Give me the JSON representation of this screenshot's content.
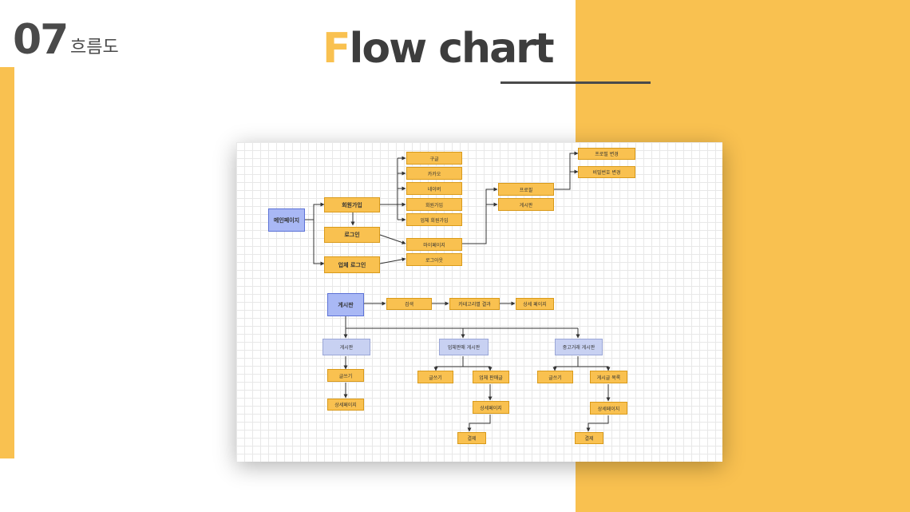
{
  "header": {
    "section_number": "07",
    "section_title": "흐름도",
    "title_first_letter": "F",
    "title_rest": "low chart"
  },
  "colors": {
    "accent": "#F9C150",
    "text_dark": "#4a4a4a",
    "node_yellow": "#F9C150",
    "node_blue": "#A9B8F5",
    "node_lightblue": "#C8D1F2"
  },
  "flowchart": {
    "main_page": "메인페이지",
    "signup": "회원가입",
    "login": "로그인",
    "business_login": "업체 로그인",
    "signup_options": [
      "구글",
      "카카오",
      "네이버",
      "회원가입",
      "업체 회원가입"
    ],
    "mypage": "마이페이지",
    "logout": "로그아웃",
    "profile": "프로필",
    "mypage_board": "게시판",
    "profile_change": "프로필 변경",
    "password_change": "비밀번호 변경",
    "board": "게시판",
    "search": "검색",
    "category_result": "카테고리별 결과",
    "detail_page": "상세 페이지",
    "general_board": "게시판",
    "general_write": "글쓰기",
    "general_detail": "상세페이지",
    "vendor_board": "업체판매 게시판",
    "vendor_write": "글쓰기",
    "vendor_post": "업체 판매글",
    "vendor_detail": "상세페이지",
    "vendor_pay": "결제",
    "used_board": "중고거래 게시판",
    "used_write": "글쓰기",
    "used_list": "게시글 목록",
    "used_detail": "상세페이지",
    "used_pay": "결제"
  }
}
